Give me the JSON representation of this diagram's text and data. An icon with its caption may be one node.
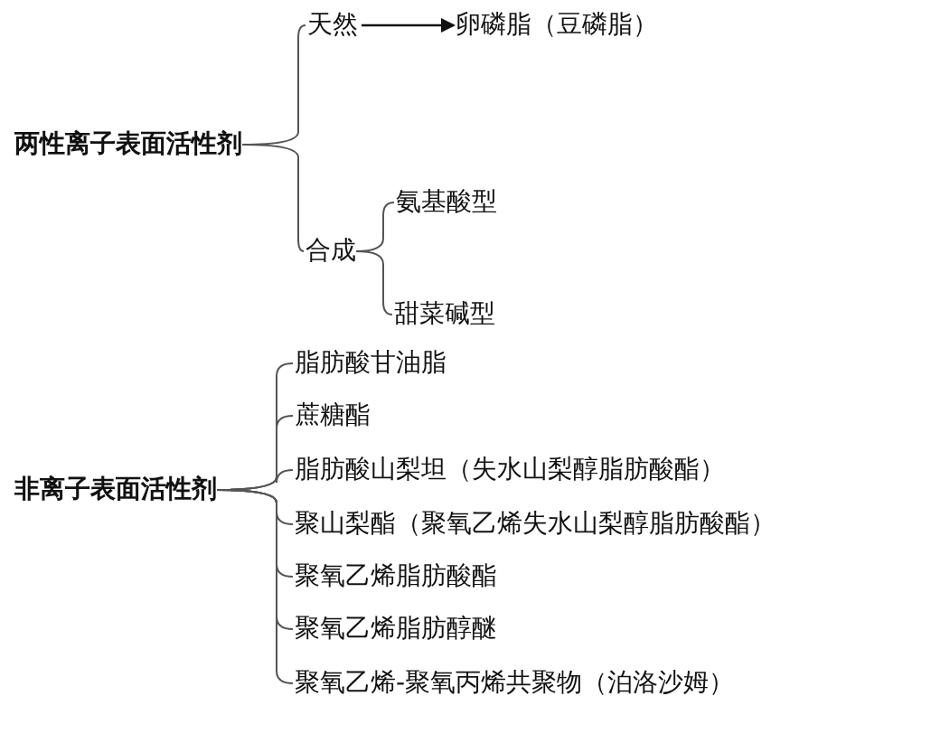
{
  "diagram": {
    "nodes": [
      {
        "text": [
          "两性离子表面活性剂"
        ]
      },
      {
        "text": [
          "天然"
        ]
      },
      {
        "text": [
          "卵磷脂（豆磷脂）"
        ]
      },
      {
        "text": [
          "合成"
        ]
      },
      {
        "text": [
          "氨基酸型"
        ]
      },
      {
        "text": [
          "甜菜碱型"
        ]
      },
      {
        "text": [
          "非离子表面活性剂"
        ]
      },
      {
        "text": [
          "脂肪酸甘油脂"
        ]
      },
      {
        "text": [
          "蔗糖酯"
        ]
      },
      {
        "text": [
          "脂肪酸山梨坦（失水山梨醇脂肪酸酯）"
        ]
      },
      {
        "text": [
          "聚山梨酯（聚氧乙烯失水山梨醇脂肪酸酯）"
        ]
      },
      {
        "text": [
          "聚氧乙烯脂肪酸酯"
        ]
      },
      {
        "text": [
          "聚氧乙烯脂肪醇醚"
        ]
      },
      {
        "text": [
          "聚氧乙烯-聚氧丙烯共聚物（泊洛沙姆）"
        ]
      }
    ],
    "edges": [
      {
        "from": 0,
        "to": 1,
        "arrow": "none"
      },
      {
        "from": 0,
        "to": 3,
        "arrow": "none"
      },
      {
        "from": 1,
        "to": 2,
        "arrow": "to"
      },
      {
        "from": 3,
        "to": 4,
        "arrow": "none"
      },
      {
        "from": 3,
        "to": 5,
        "arrow": "none"
      },
      {
        "from": 6,
        "to": 7,
        "arrow": "none"
      },
      {
        "from": 6,
        "to": 8,
        "arrow": "none"
      },
      {
        "from": 6,
        "to": 9,
        "arrow": "none"
      },
      {
        "from": 6,
        "to": 10,
        "arrow": "none"
      },
      {
        "from": 6,
        "to": 11,
        "arrow": "none"
      },
      {
        "from": 6,
        "to": 12,
        "arrow": "none"
      },
      {
        "from": 6,
        "to": 13,
        "arrow": "none"
      }
    ]
  }
}
